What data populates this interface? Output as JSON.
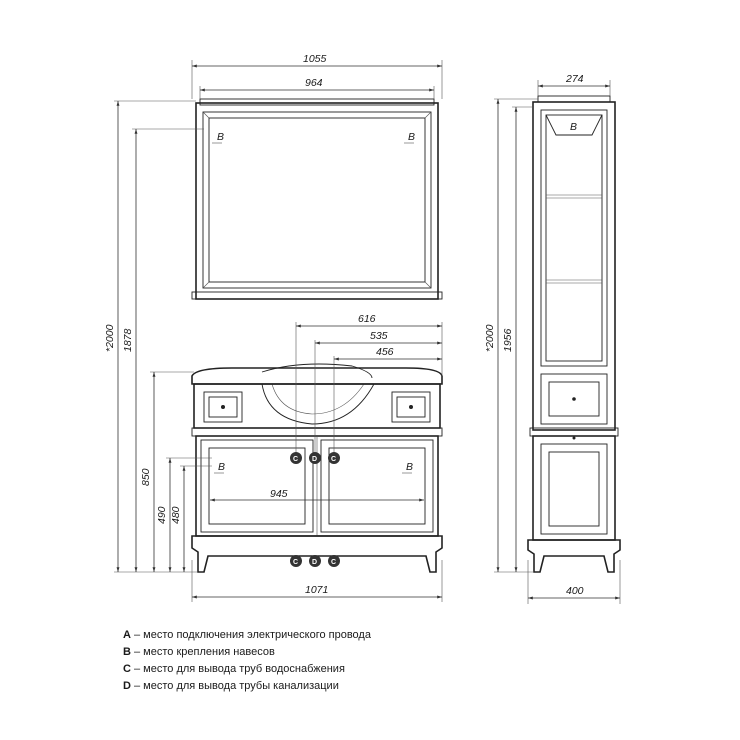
{
  "dimensions": {
    "mirror_outer_width": "1055",
    "mirror_inner_width": "964",
    "column_width": "274",
    "total_height": "*2000",
    "mirror_top_height": "1878",
    "column_total_height": "*2000",
    "column_height": "1956",
    "dim_616": "616",
    "dim_535": "535",
    "dim_456": "456",
    "vanity_height": "850",
    "dim_490": "490",
    "dim_480": "480",
    "inner_width": "945",
    "vanity_width": "1071",
    "column_depth": "400"
  },
  "markers": {
    "b": "B",
    "c": "C",
    "d": "D"
  },
  "legend": [
    {
      "key": "A",
      "text": " – место подключения электрического провода"
    },
    {
      "key": "B",
      "text": " – место крепления навесов"
    },
    {
      "key": "C",
      "text": " – место для вывода труб водоснабжения"
    },
    {
      "key": "D",
      "text": " – место для вывода трубы канализации"
    }
  ]
}
